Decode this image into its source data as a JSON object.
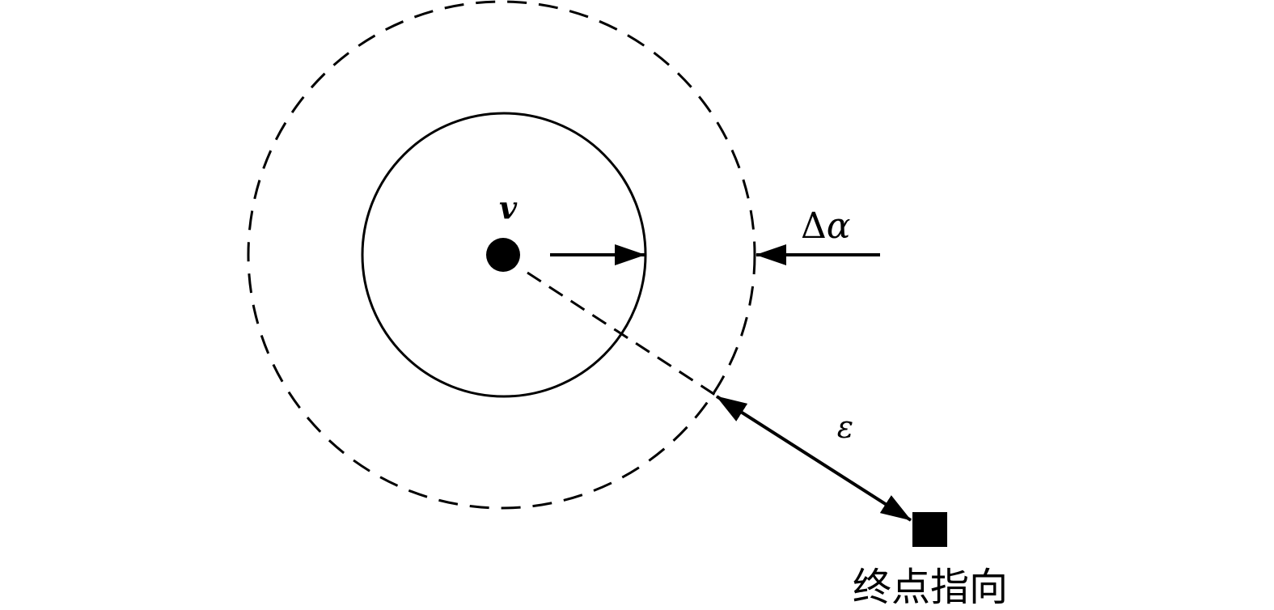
{
  "labels": {
    "velocity": "v",
    "delta_prefix": "Δ",
    "delta_var": "α",
    "epsilon": "ε",
    "terminal_pointing": "终点指向"
  },
  "colors": {
    "stroke": "#000000",
    "background": "#ffffff"
  }
}
